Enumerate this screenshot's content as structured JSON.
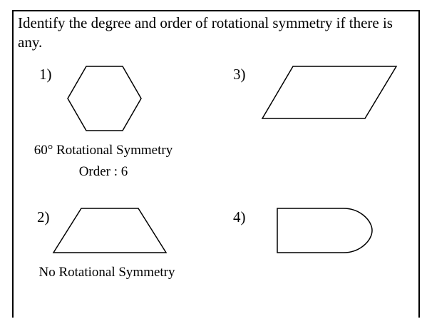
{
  "instruction": "Identify the degree and order of rotational symmetry if there is any.",
  "problems": [
    {
      "label": "1)",
      "shape_icon": "hexagon-icon",
      "answer_line1": "60° Rotational Symmetry",
      "answer_line2": "Order : 6"
    },
    {
      "label": "2)",
      "shape_icon": "trapezoid-icon",
      "answer_line1": "No Rotational Symmetry"
    },
    {
      "label": "3)",
      "shape_icon": "parallelogram-icon"
    },
    {
      "label": "4)",
      "shape_icon": "semicircle-rectangle-icon"
    }
  ]
}
